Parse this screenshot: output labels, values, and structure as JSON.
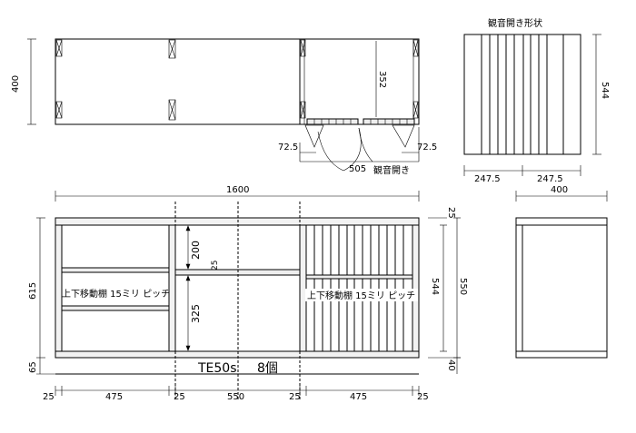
{
  "top_view": {
    "depth_label": "400",
    "inner_depth_label": "352",
    "hinge_left_label": "72.5",
    "hinge_right_label": "72.5",
    "door_width_label": "505",
    "door_caption": "観音開き"
  },
  "door_detail": {
    "title": "観音開き形状",
    "height_label": "544",
    "left_width_label": "247.5",
    "right_width_label": "247.5"
  },
  "front_view": {
    "total_width_label": "1600",
    "total_height_label": "615",
    "base_height_label": "65",
    "upper_gap_label": "200",
    "lower_gap_label": "325",
    "center_shelf_label": "25",
    "left_shelf_caption": "上下移動棚 15ミリ ピッチ",
    "right_shelf_caption": "上下移動棚 15ミリ ピッチ",
    "right_top_label": "25",
    "right_door_height_label": "544",
    "right_inner_height_label": "550",
    "right_base_label": "40",
    "model_label": "TE50s",
    "quantity_label": "8個",
    "bottom_dims": [
      "25",
      "475",
      "25",
      "550",
      "25",
      "475",
      "25"
    ]
  },
  "side_view": {
    "depth_label": "400"
  }
}
